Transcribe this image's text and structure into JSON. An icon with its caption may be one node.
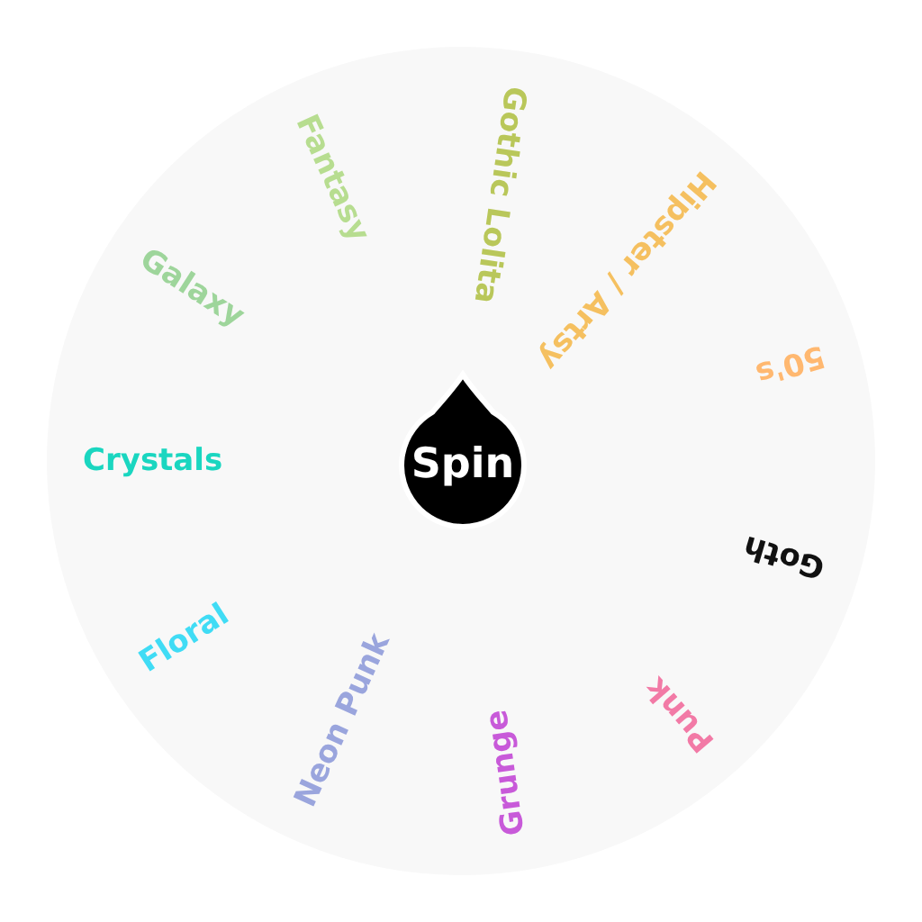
{
  "diagram": {
    "nodes": [
      {
        "text": [
          "Spin"
        ]
      }
    ],
    "labels": [
      "Gothic Lolita",
      "Hipster / Artsy",
      "50's",
      "Goth",
      "Punk",
      "Grunge",
      "Neon Punk",
      "Floral",
      "Crystals",
      "Galaxy",
      "Fantasy"
    ]
  }
}
